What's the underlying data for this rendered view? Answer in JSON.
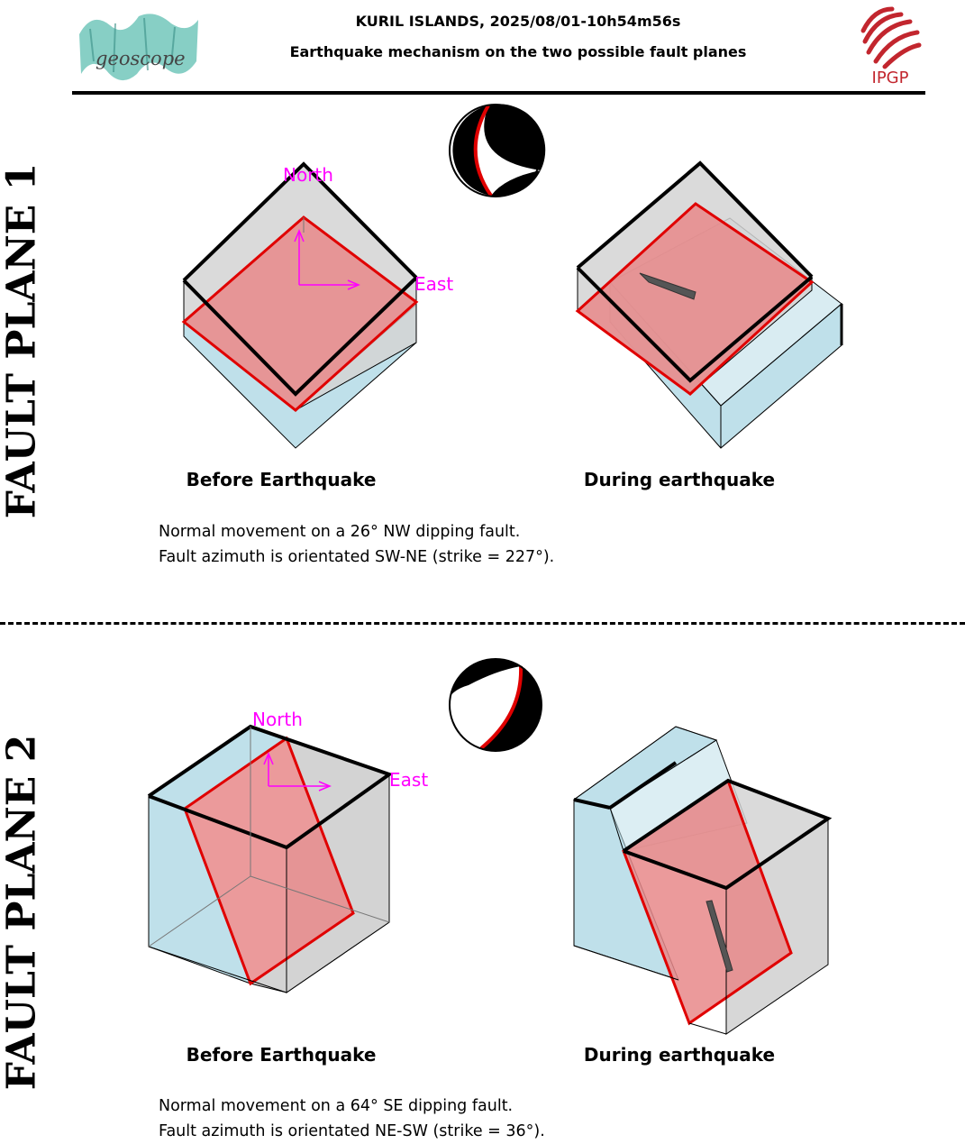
{
  "header": {
    "title": "KURIL ISLANDS, 2025/08/01-10h54m56s",
    "subtitle": "Earthquake mechanism on the two possible fault planes",
    "logo_left_text": "geoscope",
    "logo_right_text": "IPGP"
  },
  "panels": [
    {
      "side_label": "FAULT PLANE 1",
      "axis_north": "North",
      "axis_east": "East",
      "caption_before": "Before Earthquake",
      "caption_during": "During earthquake",
      "description_line1": "Normal movement on a 26° NW dipping fault.",
      "description_line2": "Fault azimuth is orientated SW-NE (strike = 227°)."
    },
    {
      "side_label": "FAULT PLANE 2",
      "axis_north": "North",
      "axis_east": "East",
      "caption_before": "Before Earthquake",
      "caption_during": "During earthquake",
      "description_line1": "Normal movement on a 64° SE dipping fault.",
      "description_line2": "Fault azimuth is orientated NE-SW (strike = 36°)."
    }
  ],
  "colors": {
    "fault_plane": "#e8888a",
    "fault_edge": "#e00000",
    "hanging_block": "#d3d3d3",
    "foot_block": "#bfe0ea",
    "axis": "#ff00ff"
  }
}
